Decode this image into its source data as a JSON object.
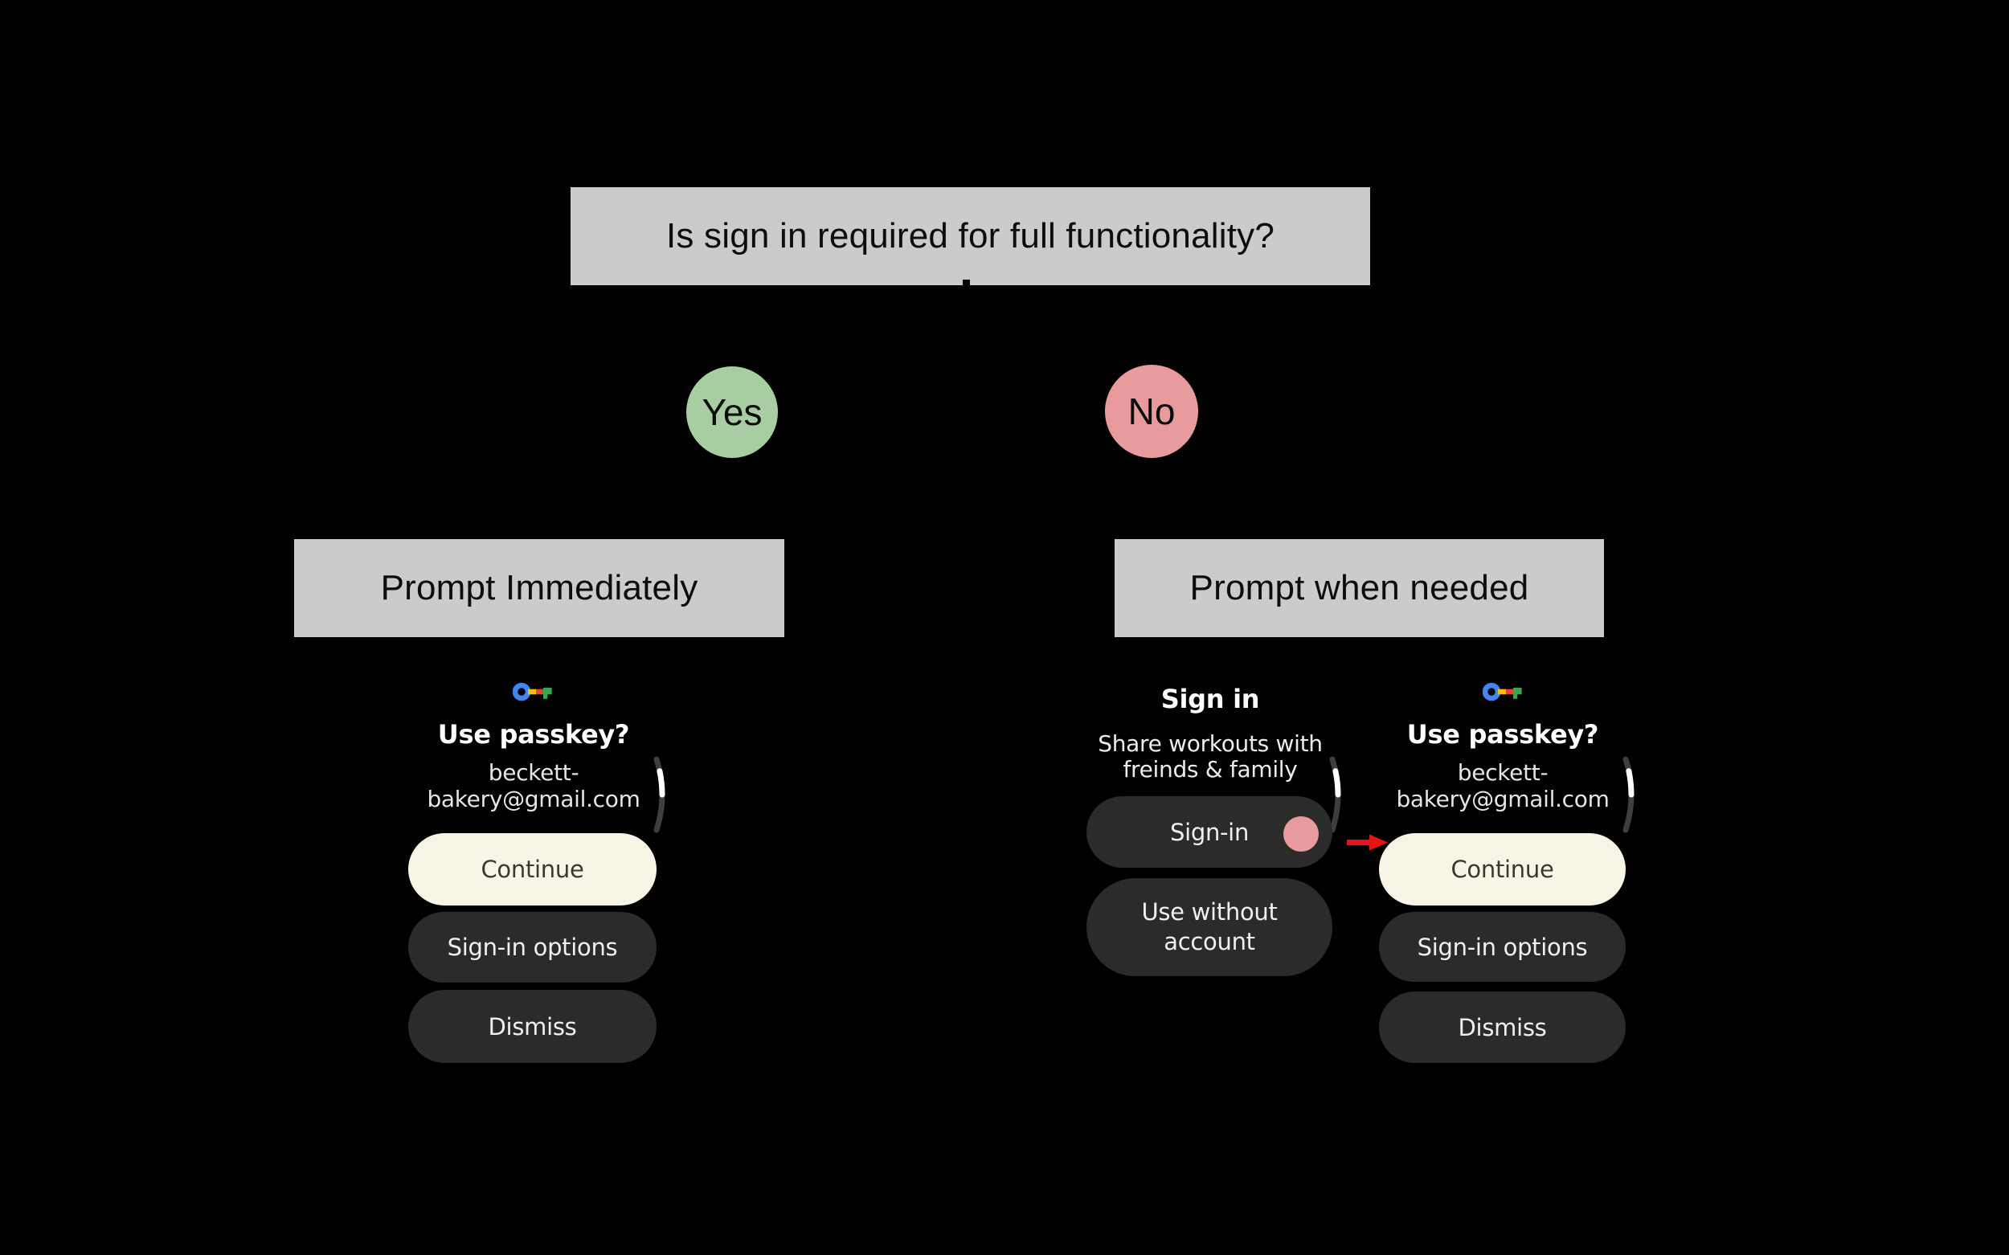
{
  "diagram": {
    "question": "Is sign in required for full functionality?",
    "yes": "Yes",
    "no": "No",
    "branch_yes": "Prompt Immediately",
    "branch_no": "Prompt when needed"
  },
  "passkey_prompt": {
    "title": "Use passkey?",
    "email_line1": "beckett-",
    "email_line2": "bakery@gmail.com",
    "continue_label": "Continue",
    "sign_in_options_label": "Sign-in options",
    "dismiss_label": "Dismiss"
  },
  "sign_in_screen": {
    "title": "Sign in",
    "subtitle_line1": "Share workouts with",
    "subtitle_line2": "freinds & family",
    "sign_in_label": "Sign-in",
    "use_without_line1": "Use without",
    "use_without_line2": "account"
  },
  "passkey_needed": {
    "title": "Use passkey?",
    "email_line1": "beckett-",
    "email_line2": "bakery@gmail.com",
    "continue_label": "Continue",
    "sign_in_options_label": "Sign-in options",
    "dismiss_label": "Dismiss"
  },
  "icons": {
    "passkey": "google-passkey-key-icon",
    "scroll_indicator": "curved-scroll-indicator",
    "tap_indicator": "tap-indicator-dot",
    "arrow": "red-arrow-right-icon"
  },
  "colors": {
    "background": "#000000",
    "node_bg": "#cbcbcb",
    "yes_fill": "#a9cda2",
    "no_fill": "#e89b9d",
    "primary_button_bg": "#f9f5e6",
    "primary_button_text": "#3b3833",
    "secondary_button_bg": "#2b2b29",
    "secondary_button_text": "#f2f0ee",
    "tap_dot": "#e89b9d",
    "arrow_red": "#e81414",
    "passkey_blue": "#4285f4",
    "passkey_yellow": "#fbbc04",
    "passkey_red": "#ea4335",
    "passkey_green": "#34a853"
  }
}
